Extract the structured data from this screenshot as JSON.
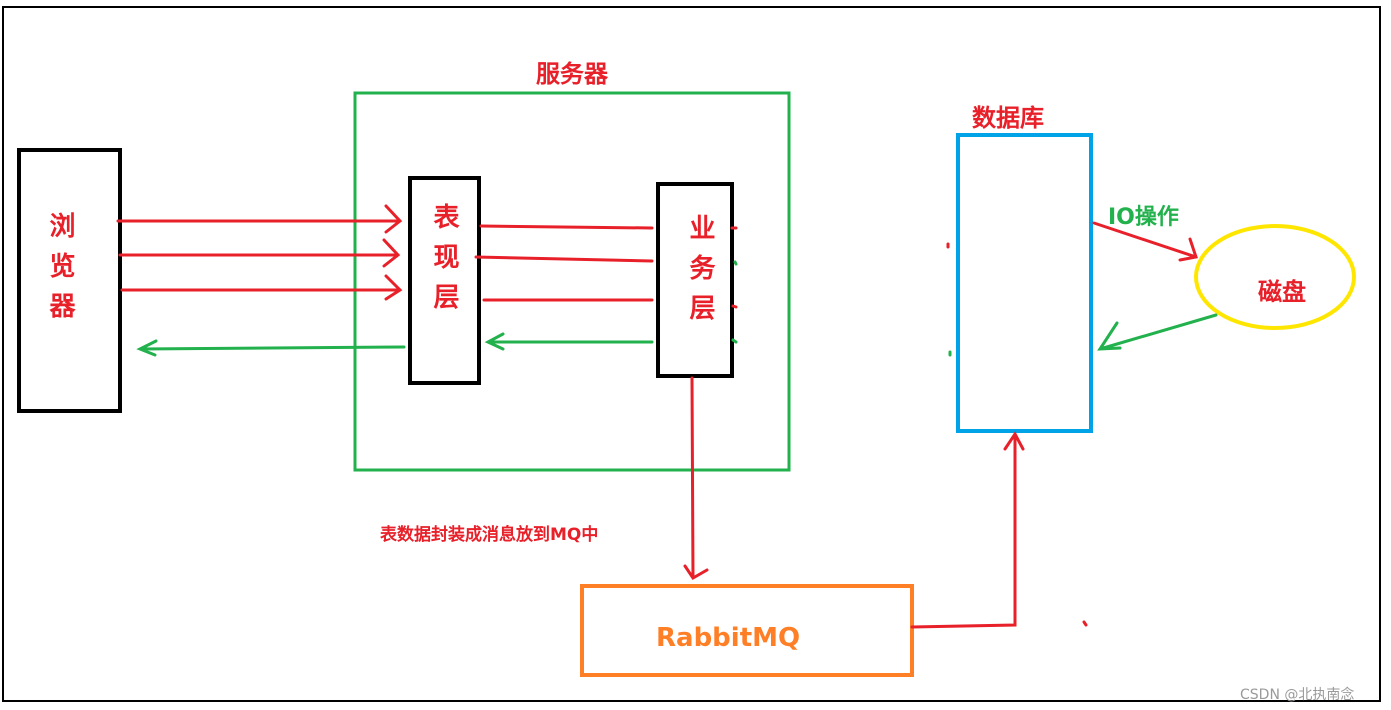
{
  "server": {
    "title": "服务器"
  },
  "browser": {
    "label": "浏览器"
  },
  "presentation_layer": {
    "label": "表现层"
  },
  "business_layer": {
    "label": "业务层"
  },
  "database": {
    "title": "数据库"
  },
  "disk": {
    "label": "磁盘"
  },
  "io_operation": {
    "label": "IO操作"
  },
  "mq_note": {
    "label": "表数据封装成消息放到MQ中"
  },
  "rabbitmq": {
    "label": "RabbitMQ"
  },
  "watermark": {
    "text": "CSDN @北执南念"
  },
  "colors": {
    "red": "#e8202a",
    "green": "#22b14c",
    "blue": "#00a2e8",
    "yellow": "#ffe600",
    "orange": "#ff7f27",
    "black": "#000000"
  }
}
